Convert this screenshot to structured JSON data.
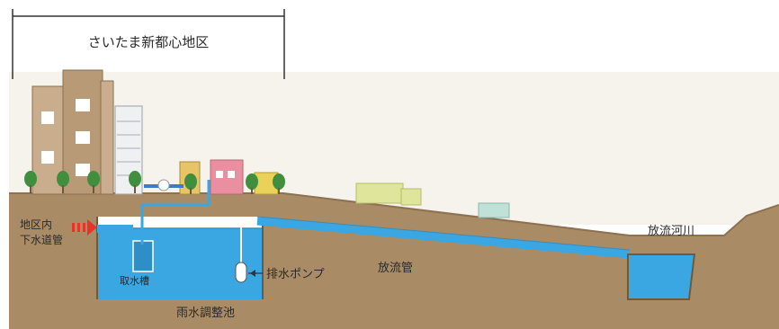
{
  "labels": {
    "district": "さいたま新都心地区",
    "sewer_line1": "地区内",
    "sewer_line2": "下水道管",
    "inlet_tank": "取水槽",
    "pump": "排水ポンプ",
    "discharge_pipe": "放流管",
    "river": "放流河川",
    "reservoir": "雨水調整池"
  },
  "colors": {
    "soil": "#a98c66",
    "water": "#3aa6e2",
    "sky": "#f6f3ec",
    "arrow": "#e8332a",
    "tree": "#3f8f3e",
    "building_tan": "#c9ad8c"
  },
  "icons": {
    "flow_arrow": "red-dashed-arrow",
    "pump": "pump-capsule-icon"
  }
}
